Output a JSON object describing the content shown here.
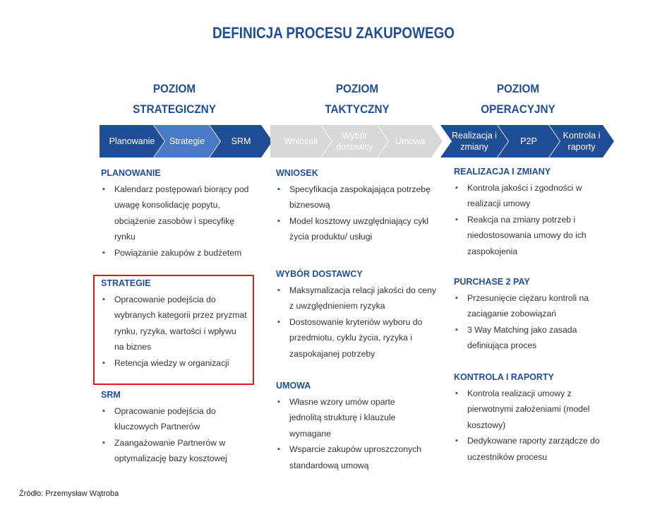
{
  "title": "DEFINICJA PROCESU ZAKUPOWEGO",
  "levels": {
    "strategic": [
      "POZIOM",
      "STRATEGICZNY"
    ],
    "tactical": [
      "POZIOM",
      "TAKTYCZNY"
    ],
    "operational": [
      "POZIOM",
      "OPERACYJNY"
    ]
  },
  "chevrons": [
    {
      "label": "Planowanie"
    },
    {
      "label": "Strategie"
    },
    {
      "label": "SRM"
    },
    {
      "label": "Wniosek"
    },
    {
      "label": "Wybór dostawcy"
    },
    {
      "label": "Umowa"
    },
    {
      "label": "Realizacja i zmiany"
    },
    {
      "label": "P2P"
    },
    {
      "label": "Kontrola i raporty"
    }
  ],
  "colors": {
    "navy": "#1f4e96",
    "mid_blue": "#4a7ac4",
    "gray": "#d8d8d8",
    "highlight_red": "#e0181b"
  },
  "columns": {
    "strategic": {
      "planowanie": {
        "heading": "PLANOWANIE",
        "items": [
          "Kalendarz postępowań biorący pod uwagę konsolidację popytu, obciążenie zasobów i specyfikę rynku",
          "Powiązanie zakupów z budżetem"
        ]
      },
      "strategie": {
        "heading": "STRATEGIE",
        "items": [
          "Opracowanie podejścia do wybranych kategorii przez pryzmat rynku, ryzyka, wartości i wpływu na biznes",
          "Retencja wiedzy w organizacji"
        ]
      },
      "srm": {
        "heading": "SRM",
        "items": [
          "Opracowanie podejścia do kluczowych Partnerów",
          "Zaangażowanie Partnerów w optymalizację bazy kosztowej"
        ]
      }
    },
    "tactical": {
      "wniosek": {
        "heading": "WNIOSEK",
        "items": [
          "Specyfikacja zaspokajająca potrzebę biznesową",
          "Model kosztowy uwzględniający cykl życia produktu/ usługi"
        ]
      },
      "wybor": {
        "heading": "WYBÓR DOSTAWCY",
        "items": [
          "Maksymalizacja relacji jakości do ceny z uwzględnieniem ryzyka",
          "Dostosowanie kryteriów wyboru do przedmiotu, cyklu życia, ryzyka i zaspokajanej potrzeby"
        ]
      },
      "umowa": {
        "heading": "UMOWA",
        "items": [
          "Własne wzory umów oparte jednolitą strukturę i klauzule wymagane",
          "Wsparcie zakupów uproszczonych standardową  umową"
        ]
      }
    },
    "operational": {
      "realizacja": {
        "heading": "REALIZACJA I ZMIANY",
        "items": [
          "Kontrola jakości i zgodności w realizacji umowy",
          "Reakcja na zmiany potrzeb i niedostosowania umowy do ich zaspokojenia"
        ]
      },
      "p2p": {
        "heading": "PURCHASE 2 PAY",
        "items": [
          "Przesunięcie ciężaru kontroli na zaciąganie zobowiązań",
          "3 Way Matching jako zasada definiująca proces"
        ]
      },
      "kontrola": {
        "heading": "KONTROLA  I RAPORTY",
        "items": [
          "Kontrola realizacji umowy z pierwotnymi założeniami (model kosztowy)",
          "Dedykowane raporty zarządcze do uczestników procesu"
        ]
      }
    }
  },
  "source": "Źródło: Przemysław Wątroba"
}
